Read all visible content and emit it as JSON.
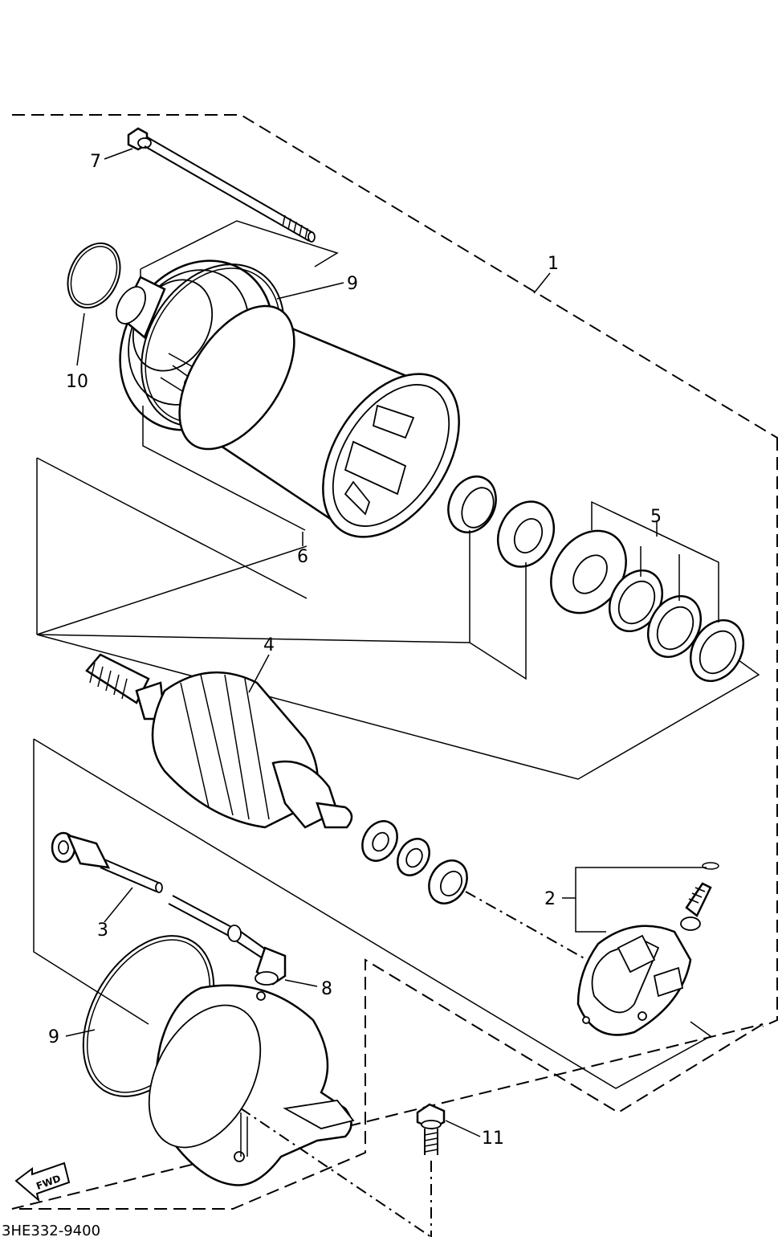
{
  "diagram_code": "3HE332-9400",
  "fwd_label": "FWD",
  "callouts": {
    "c1": "1",
    "c2": "2",
    "c3": "3",
    "c4": "4",
    "c5": "5",
    "c6": "6",
    "c7": "7",
    "c8": "8",
    "c9a": "9",
    "c9b": "9",
    "c10": "10",
    "c11": "11"
  }
}
